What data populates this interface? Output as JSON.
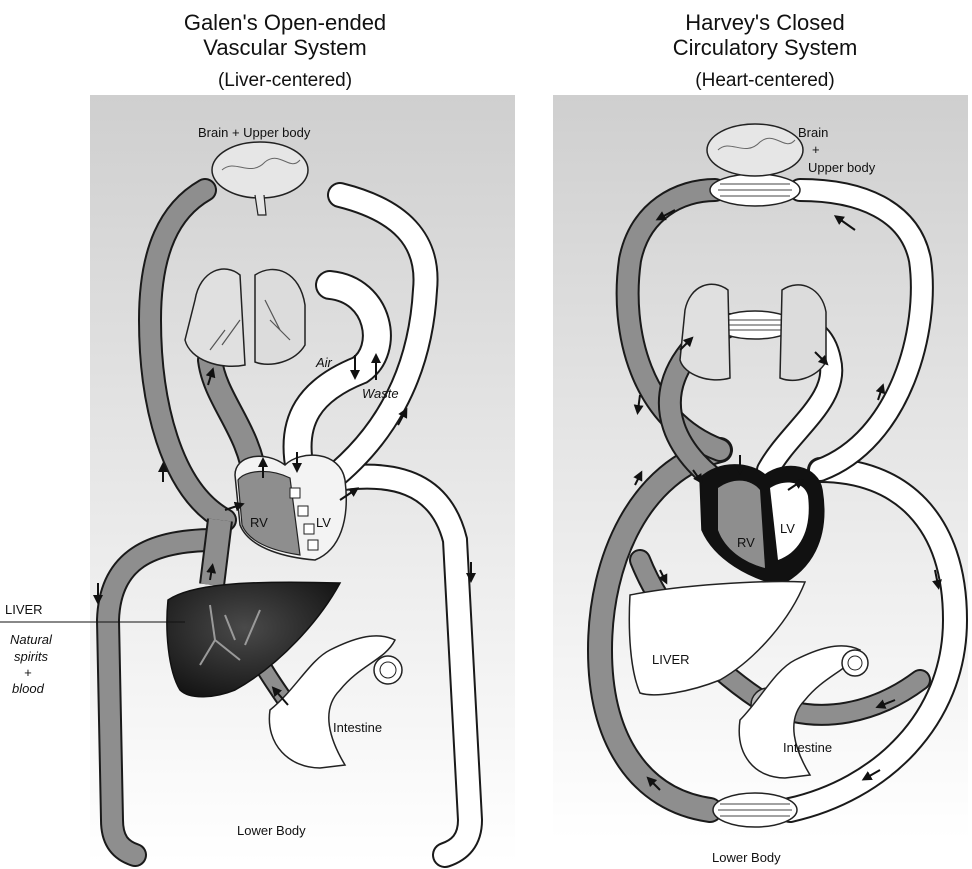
{
  "galen": {
    "title_line1": "Galen's Open-ended",
    "title_line2": "Vascular System",
    "subtitle": "(Liver-centered)",
    "labels": {
      "brain": "Brain + Upper body",
      "air": "Air",
      "waste": "Waste",
      "rv": "RV",
      "lv": "LV",
      "liver": "LIVER",
      "natural": "Natural",
      "spirits": "spirits",
      "plus": "+",
      "blood": "blood",
      "intestine": "Intestine",
      "lower_body": "Lower Body"
    }
  },
  "harvey": {
    "title_line1": "Harvey's Closed",
    "title_line2": "Circulatory System",
    "subtitle": "(Heart-centered)",
    "labels": {
      "brain": "Brain",
      "plus": "+",
      "upper_body": "Upper body",
      "rv": "RV",
      "lv": "LV",
      "liver": "LIVER",
      "intestine": "Intestine",
      "lower_body": "Lower Body"
    }
  },
  "colors": {
    "panel_top": "#d0d0d0",
    "panel_bottom": "#ffffff",
    "vein": "#8e8e8e",
    "artery": "#ffffff",
    "outline": "#1a1a1a",
    "liver": "#1c1c1c"
  }
}
